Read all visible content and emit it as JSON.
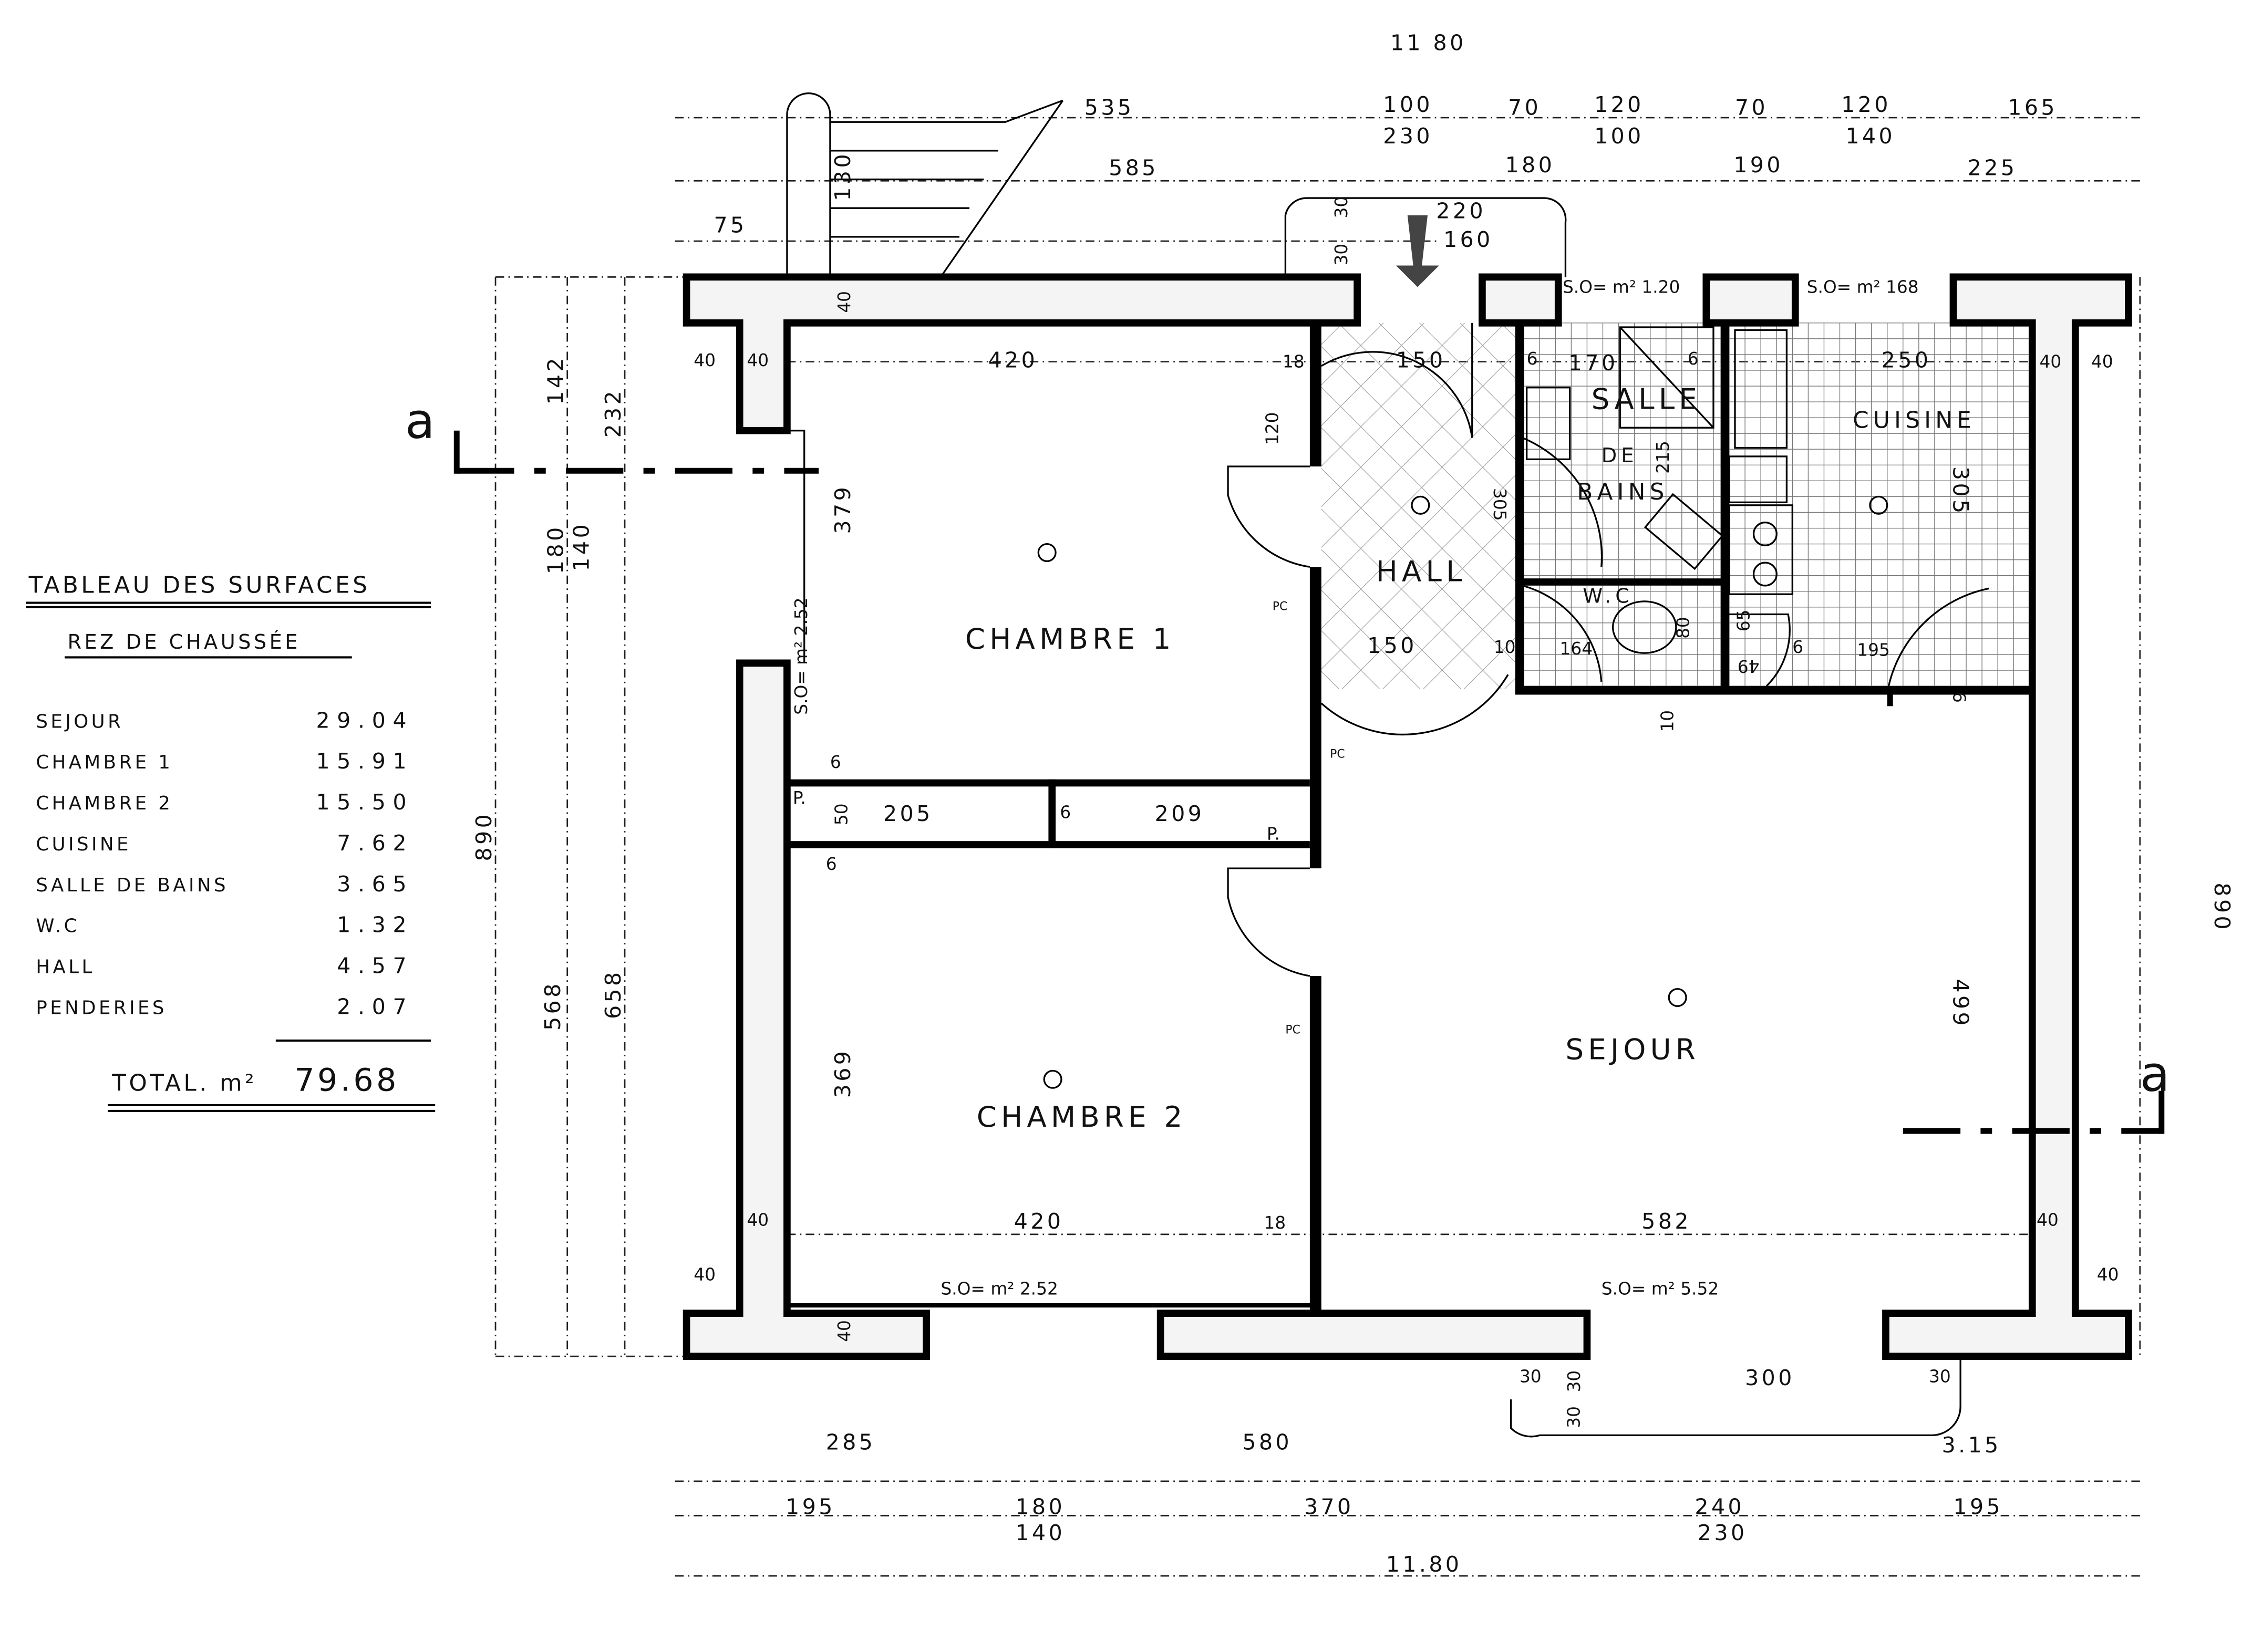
{
  "table": {
    "title": "TABLEAU DES SURFACES",
    "subtitle": "REZ DE CHAUSSÉE",
    "rows": [
      {
        "label": "SEJOUR",
        "value": "29.04"
      },
      {
        "label": "CHAMBRE 1",
        "value": "15.91"
      },
      {
        "label": "CHAMBRE 2",
        "value": "15.50"
      },
      {
        "label": "CUISINE",
        "value": "7.62"
      },
      {
        "label": "SALLE DE BAINS",
        "value": "3.65"
      },
      {
        "label": "W.C",
        "value": "1.32"
      },
      {
        "label": "HALL",
        "value": "4.57"
      },
      {
        "label": "PENDERIES",
        "value": "2.07"
      }
    ],
    "total_label": "TOTAL. m²",
    "total_value": "79.68"
  },
  "rooms": {
    "chambre1": "CHAMBRE 1",
    "chambre2": "CHAMBRE 2",
    "sejour": "SEJOUR",
    "hall": "HALL",
    "salle": "SALLE",
    "de": "DE",
    "bains": "BAINS",
    "wc": "W.C",
    "cuisine": "CUISINE"
  },
  "section_marker": "a",
  "dims": {
    "top": [
      "11 80",
      "535",
      "100",
      "230",
      "70",
      "120",
      "100",
      "70",
      "120",
      "140",
      "165",
      "585",
      "180",
      "190",
      "225",
      "75",
      "130",
      "220",
      "160",
      "30",
      "30",
      "S.O= m² 1.20",
      "S.O= m² 168"
    ],
    "bottom": [
      "285",
      "580",
      "3.15",
      "195",
      "180",
      "140",
      "370",
      "240",
      "230",
      "195",
      "11.80",
      "300",
      "30",
      "30",
      "30",
      "30"
    ],
    "left": [
      "142",
      "232",
      "180",
      "140",
      "379",
      "890",
      "568",
      "658",
      "369",
      "S.O= m² 2.52"
    ],
    "right": [
      "890",
      "499",
      "305"
    ],
    "interior": [
      "40",
      "40",
      "40",
      "420",
      "18",
      "120",
      "150",
      "6",
      "170",
      "6",
      "250",
      "40",
      "40",
      "215",
      "305",
      "150",
      "10",
      "164",
      "80",
      "65",
      "49",
      "6",
      "195",
      "6",
      "10",
      "6",
      "50",
      "205",
      "6",
      "209",
      "P.",
      "P.",
      "6",
      "420",
      "18",
      "582",
      "40",
      "40",
      "40",
      "40",
      "40",
      "S.O= m² 2.52",
      "S.O= m² 5.52",
      "PC",
      "PC",
      "PC"
    ]
  }
}
